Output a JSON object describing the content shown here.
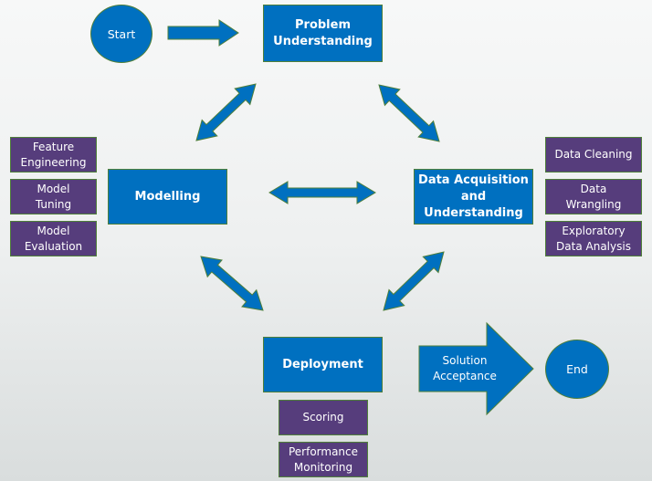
{
  "diagram": {
    "start": "Start",
    "end": "End",
    "problem": [
      "Problem",
      "Understanding"
    ],
    "modelling": "Modelling",
    "data_acq": [
      "Data Acquisition",
      "and",
      "Understanding"
    ],
    "deployment": "Deployment",
    "solution": [
      "Solution",
      "Acceptance"
    ],
    "modelling_tasks": [
      [
        "Feature",
        "Engineering"
      ],
      [
        "Model",
        "Tuning"
      ],
      [
        "Model",
        "Evaluation"
      ]
    ],
    "data_tasks": [
      [
        "Data Cleaning"
      ],
      [
        "Data",
        "Wrangling"
      ],
      [
        "Exploratory",
        "Data Analysis"
      ]
    ],
    "deployment_tasks": [
      [
        "Scoring"
      ],
      [
        "Performance",
        "Monitoring"
      ]
    ],
    "colors": {
      "stage": "#0070c0",
      "task": "#563d7c",
      "border": "#4f7f3a"
    }
  }
}
